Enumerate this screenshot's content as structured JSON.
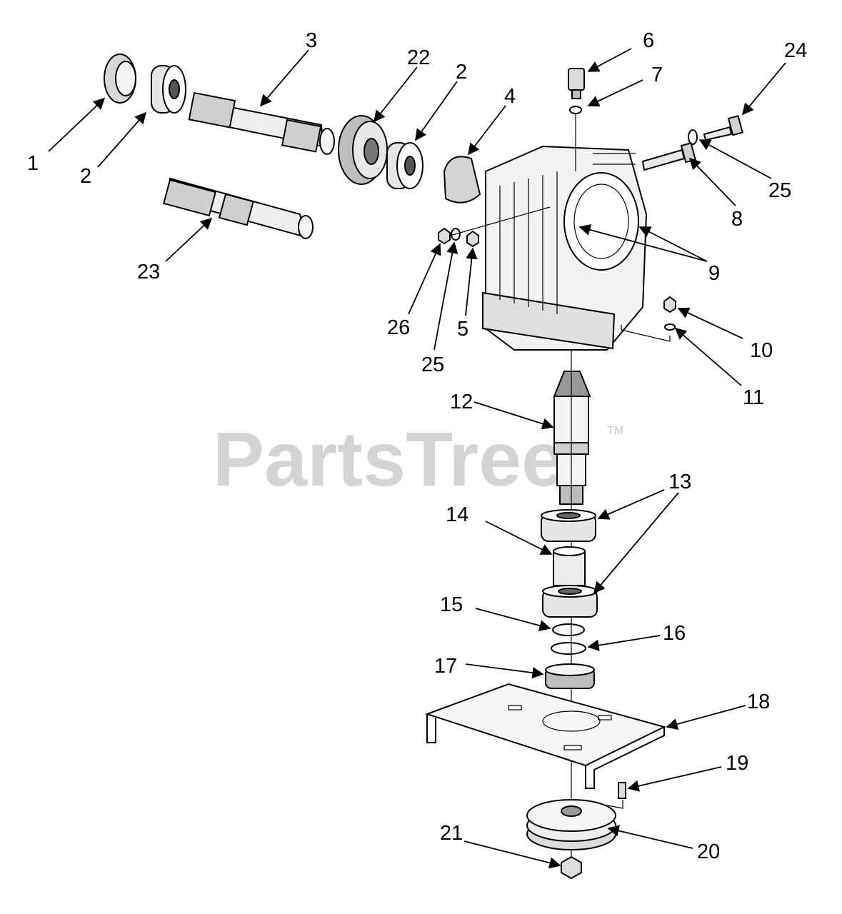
{
  "watermark": {
    "text": "PartsTree",
    "trademark": "TM"
  },
  "callouts": {
    "c1": "1",
    "c2a": "2",
    "c2b": "2",
    "c3": "3",
    "c4": "4",
    "c5": "5",
    "c6": "6",
    "c7": "7",
    "c8": "8",
    "c9": "9",
    "c10": "10",
    "c11": "11",
    "c12": "12",
    "c13": "13",
    "c14": "14",
    "c15": "15",
    "c16": "16",
    "c17": "17",
    "c18": "18",
    "c19": "19",
    "c20": "20",
    "c21": "21",
    "c22": "22",
    "c23": "23",
    "c24": "24",
    "c25a": "25",
    "c25b": "25",
    "c26": "26"
  }
}
